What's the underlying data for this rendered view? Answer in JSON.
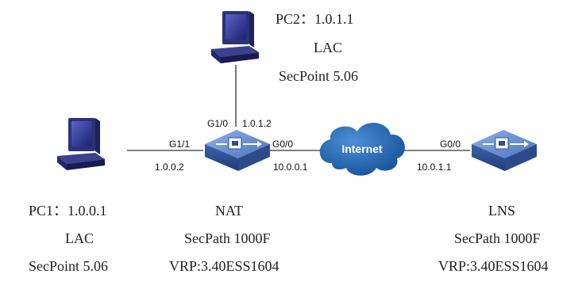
{
  "pc2": {
    "label": "PC2：1.0.1.1",
    "role": "LAC",
    "model": "SecPoint 5.06"
  },
  "pc1": {
    "label": "PC1：1.0.0.1",
    "role": "LAC",
    "model": "SecPoint 5.06"
  },
  "nat": {
    "label": "NAT",
    "model": "SecPath 1000F",
    "version": "VRP:3.40ESS1604",
    "port_to_pc2": "G1/0",
    "ip_to_pc2": "1.0.1.2",
    "port_to_pc1": "G1/1",
    "ip_to_pc1": "1.0.0.2",
    "port_to_internet": "G0/0",
    "ip_to_internet": "10.0.0.1"
  },
  "lns": {
    "label": "LNS",
    "model": "SecPath 1000F",
    "version": "VRP:3.40ESS1604",
    "port": "G0/0",
    "ip": "10.0.1.1"
  },
  "cloud": {
    "label": "Internet"
  },
  "colors": {
    "device_top": "#5b7fc4",
    "device_side": "#2f4f8f",
    "cloud": "#1f5fa8",
    "line": "#333333",
    "pc_body": "#3a3f8a"
  }
}
